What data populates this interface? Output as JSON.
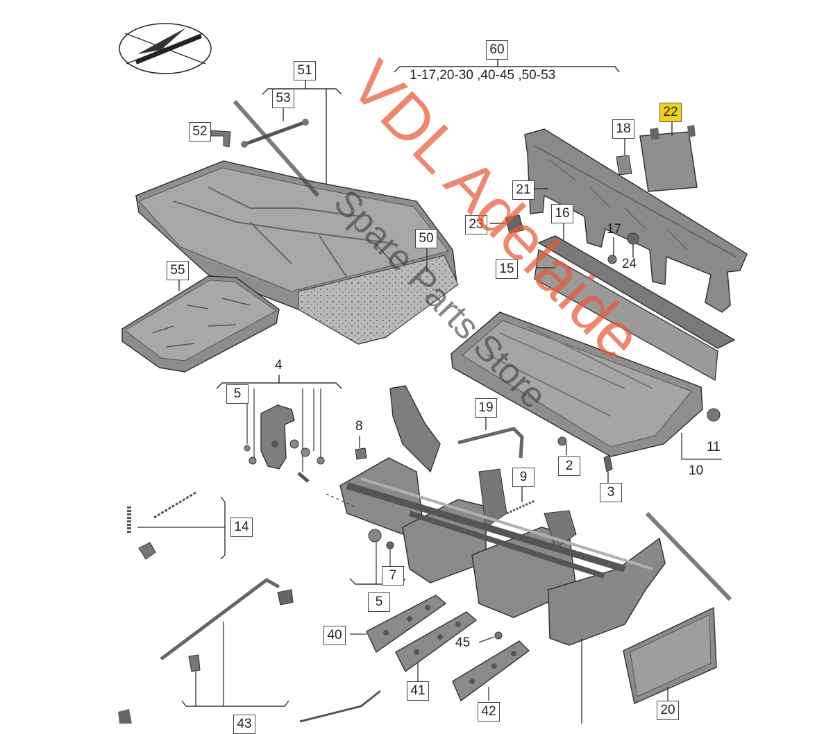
{
  "labels": {
    "l60": "60",
    "l60_range": "1-17,20-30 ,40-45 ,50-53",
    "l51": "51",
    "l53": "53",
    "l52": "52",
    "l50": "50",
    "l55": "55",
    "l22": "22",
    "l18": "18",
    "l21": "21",
    "l23": "23",
    "l16": "16",
    "l17": "17",
    "l24": "24",
    "l15": "15",
    "l4": "4",
    "l5a": "5",
    "l8": "8",
    "l19": "19",
    "l2": "2",
    "l9": "9",
    "l3": "3",
    "l11": "11",
    "l10": "10",
    "l14": "14",
    "l7": "7",
    "l5b": "5",
    "l40": "40",
    "l45": "45",
    "l41": "41",
    "l42": "42",
    "l20": "20",
    "l43": "43"
  },
  "watermark": {
    "brand": "VDL Adelaide",
    "tagline": "Spare Parts Store"
  },
  "colors": {
    "part_fill": "#8c8c8c",
    "part_dark": "#5e5e5e",
    "part_light": "#b4b4b4",
    "highlight": "#f2d11a",
    "watermark": "#e8593a"
  }
}
